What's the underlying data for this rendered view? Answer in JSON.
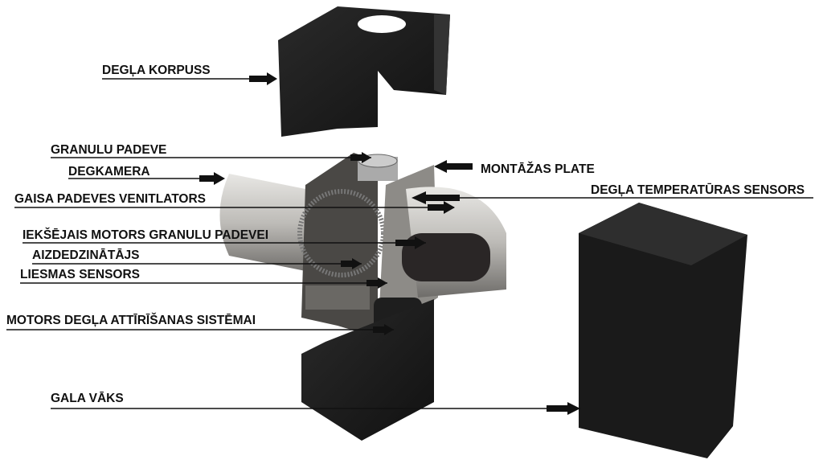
{
  "labels": {
    "housing": "DEGĻA KORPUSS",
    "pellet_feed": "GRANULU PADEVE",
    "combustion_chamber": "DEGKAMERA",
    "air_fan": "GAISA PADEVES VENITLATORS",
    "internal_motor": "IEKŠĒJAIS MOTORS GRANULU PADEVEI",
    "igniter": "AIZDEDZINĀTĀJS",
    "flame_sensor": "LIESMAS SENSORS",
    "cleaning_motor": "MOTORS DEGĻA ATTĪRĪŠANAS SISTĒMAI",
    "end_cover": "GALA VĀKS",
    "mounting_plate": "MONTĀŽAS PLATE",
    "temp_sensor": "DEGĻA TEMPERATŪRAS SENSORS"
  },
  "colors": {
    "cover": "#1c1c1c",
    "steel": "#b8b6b2",
    "text": "#111111"
  }
}
